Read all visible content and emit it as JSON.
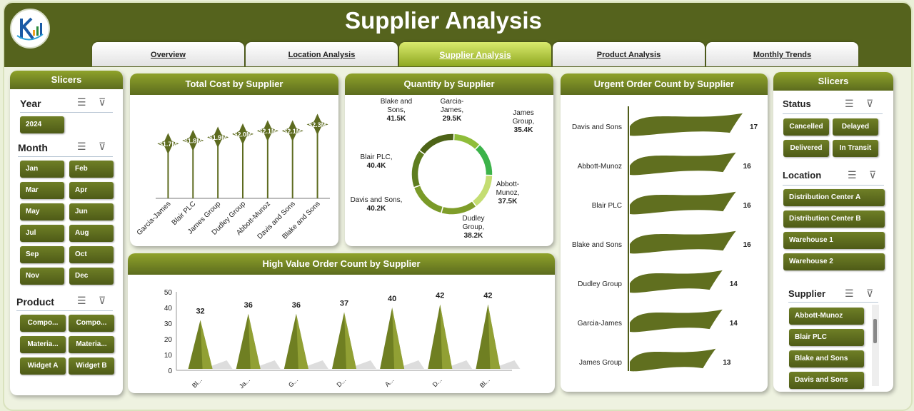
{
  "header": {
    "title": "Supplier Analysis"
  },
  "tabs": [
    {
      "label": "Overview",
      "active": false
    },
    {
      "label": "Location Analysis",
      "active": false
    },
    {
      "label": "Supplier Analysis",
      "active": true
    },
    {
      "label": "Product Analysis",
      "active": false
    },
    {
      "label": "Monthly Trends",
      "active": false
    }
  ],
  "left_slicers": {
    "title": "Slicers",
    "year": {
      "label": "Year",
      "items": [
        "2024"
      ]
    },
    "month": {
      "label": "Month",
      "items": [
        "Jan",
        "Feb",
        "Mar",
        "Apr",
        "May",
        "Jun",
        "Jul",
        "Aug",
        "Sep",
        "Oct",
        "Nov",
        "Dec"
      ]
    },
    "product": {
      "label": "Product",
      "items": [
        "Compo...",
        "Compo...",
        "Materia...",
        "Materia...",
        "Widget A",
        "Widget B"
      ]
    }
  },
  "right_slicers": {
    "title": "Slicers",
    "status": {
      "label": "Status",
      "items": [
        "Cancelled",
        "Delayed",
        "Delivered",
        "In Transit"
      ]
    },
    "location": {
      "label": "Location",
      "items": [
        "Distribution Center A",
        "Distribution Center B",
        "Warehouse 1",
        "Warehouse 2"
      ]
    },
    "supplier": {
      "label": "Supplier",
      "items": [
        "Abbott-Munoz",
        "Blair PLC",
        "Blake and Sons",
        "Davis and Sons"
      ]
    }
  },
  "icons": {
    "multi_select": "multi-select-icon",
    "clear_filter": "clear-filter-icon",
    "logo": "logo-icon"
  },
  "colors": {
    "header": "#55631d",
    "accent": "#5c6c1e",
    "button": "#5d6b1f",
    "donut_light": "#8fbd3a",
    "donut_bright": "#3cb34a"
  },
  "chart_data": [
    {
      "type": "lollipop",
      "title": "Total Cost by Supplier",
      "categories": [
        "Garcia-James",
        "Blair PLC",
        "James Group",
        "Dudley Group",
        "Abbott-Munoz",
        "Davis and Sons",
        "Blake and Sons"
      ],
      "values": [
        1.7,
        1.8,
        1.9,
        2.0,
        2.1,
        2.1,
        2.3
      ],
      "labels": [
        "$1.7M",
        "$1.8M",
        "$1.9M",
        "$2.0M",
        "$2.1M",
        "$2.1M",
        "$2.3M"
      ]
    },
    {
      "type": "pie",
      "title": "Quantity by Supplier",
      "categories": [
        "Garcia-James",
        "James Group",
        "Abbott-Munoz",
        "Dudley Group",
        "Davis and Sons",
        "Blair PLC",
        "Blake and Sons"
      ],
      "values": [
        29.5,
        35.4,
        37.5,
        38.2,
        40.2,
        40.4,
        41.5
      ],
      "labels": [
        "Garcia-James, 29.5K",
        "James Group, 35.4K",
        "Abbott-Munoz, 37.5K",
        "Dudley Group, 38.2K",
        "Davis and Sons, 40.2K",
        "Blair PLC, 40.4K",
        "Blake and Sons, 41.5K"
      ]
    },
    {
      "type": "bar",
      "title": "High Value Order Count by Supplier",
      "categories": [
        "Bl...",
        "Ja...",
        "G...",
        "D...",
        "A...",
        "D...",
        "Bl..."
      ],
      "values": [
        32,
        36,
        36,
        37,
        40,
        42,
        42
      ],
      "ylim": [
        0,
        50
      ],
      "yticks": [
        0,
        10,
        20,
        30,
        40,
        50
      ]
    },
    {
      "type": "bar",
      "orientation": "horizontal",
      "title": "Urgent Order Count by Supplier",
      "categories": [
        "Davis and Sons",
        "Abbott-Munoz",
        "Blair PLC",
        "Blake and Sons",
        "Dudley Group",
        "Garcia-James",
        "James Group"
      ],
      "values": [
        17,
        16,
        16,
        16,
        14,
        14,
        13
      ]
    }
  ]
}
